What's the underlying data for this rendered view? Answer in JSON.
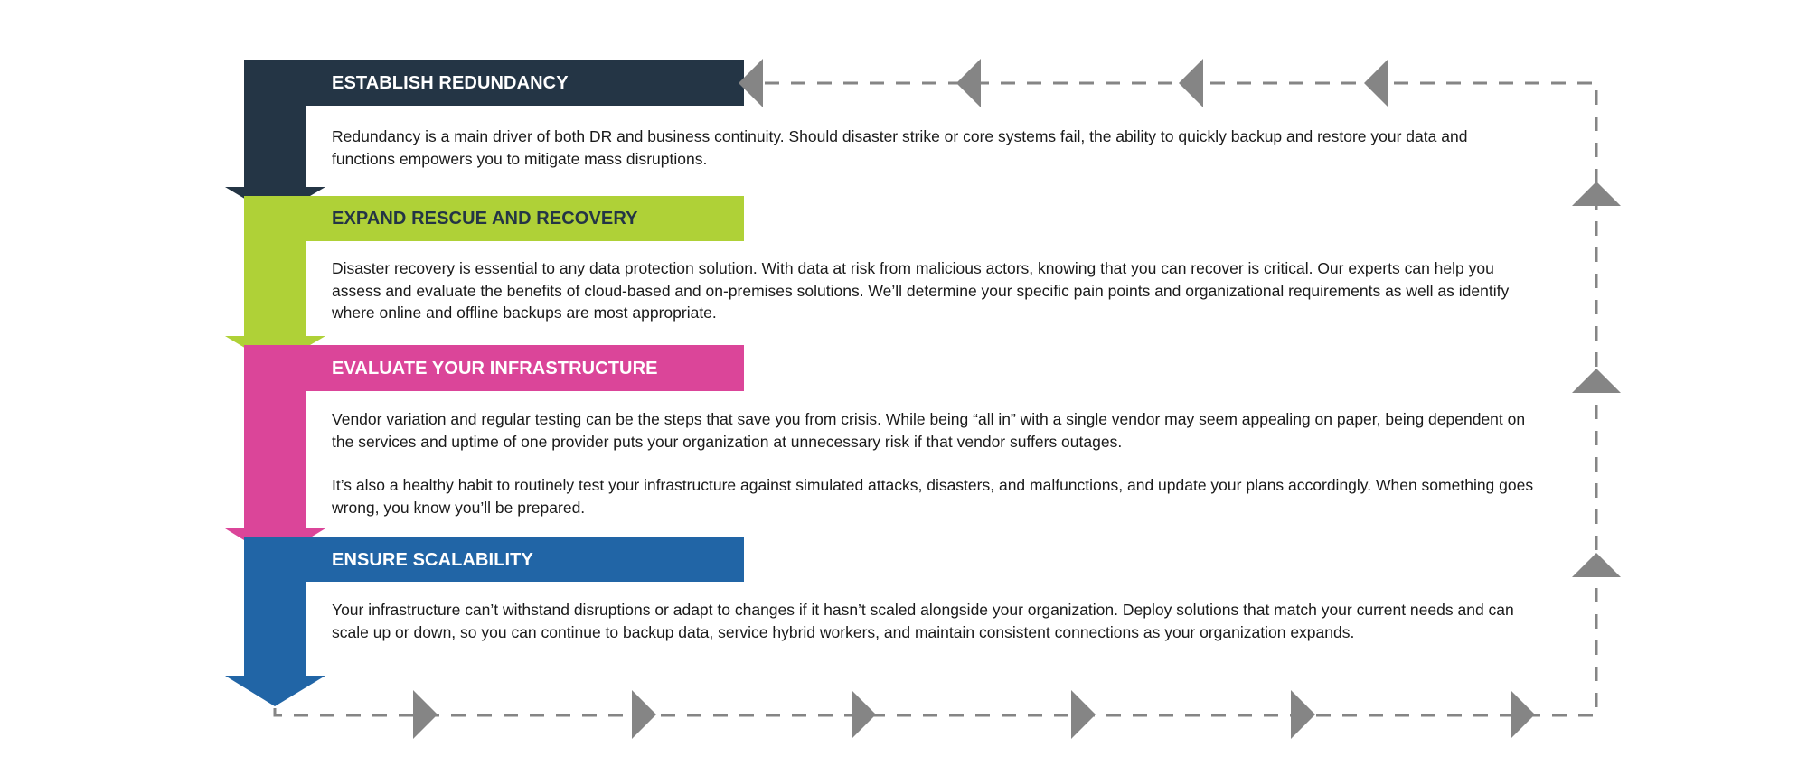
{
  "colors": {
    "navy": "#243545",
    "lime": "#afd137",
    "magenta": "#db4599",
    "blue": "#2165a6",
    "loop": "#858585",
    "title_light": "#ffffff",
    "title_dark": "#243545"
  },
  "steps": [
    {
      "title": "ESTABLISH REDUNDANCY",
      "color": "navy",
      "paragraphs": [
        "Redundancy is a main driver of both DR and business continuity. Should disaster strike or core systems fail, the ability to quickly backup and restore your data and functions empowers you to mitigate mass disruptions."
      ]
    },
    {
      "title": "EXPAND RESCUE AND RECOVERY",
      "color": "lime",
      "paragraphs": [
        "Disaster recovery is essential to any data protection solution. With data at risk from malicious actors, knowing that you can recover is critical. Our experts can help you assess and evaluate the benefits of cloud-based and on-premises solutions. We’ll determine your specific pain points and organizational requirements as well as identify where online and offline backups are most appropriate."
      ]
    },
    {
      "title": "EVALUATE YOUR INFRASTRUCTURE",
      "color": "magenta",
      "paragraphs": [
        "Vendor variation and regular testing can be the steps that save you from crisis. While being “all in” with a single vendor may seem appealing on paper, being dependent on the services and uptime of one provider puts your organization at unnecessary risk if that vendor suffers outages.",
        "It’s also a healthy habit to routinely test your infrastructure against simulated attacks, disasters, and malfunctions, and update your plans accordingly. When something goes wrong, you know you’ll be prepared."
      ]
    },
    {
      "title": "ENSURE SCALABILITY",
      "color": "blue",
      "paragraphs": [
        "Your infrastructure can’t withstand disruptions or adapt to changes if it hasn’t scaled alongside your organization. Deploy solutions that match your current needs and can scale up or down, so you can continue to backup data, service hybrid workers, and maintain consistent connections as your organization expands."
      ]
    }
  ],
  "loop": {
    "line_style": "dashed",
    "arrow_icon": "triangle-arrow-icon",
    "direction": "clockwise from bottom back to top"
  }
}
